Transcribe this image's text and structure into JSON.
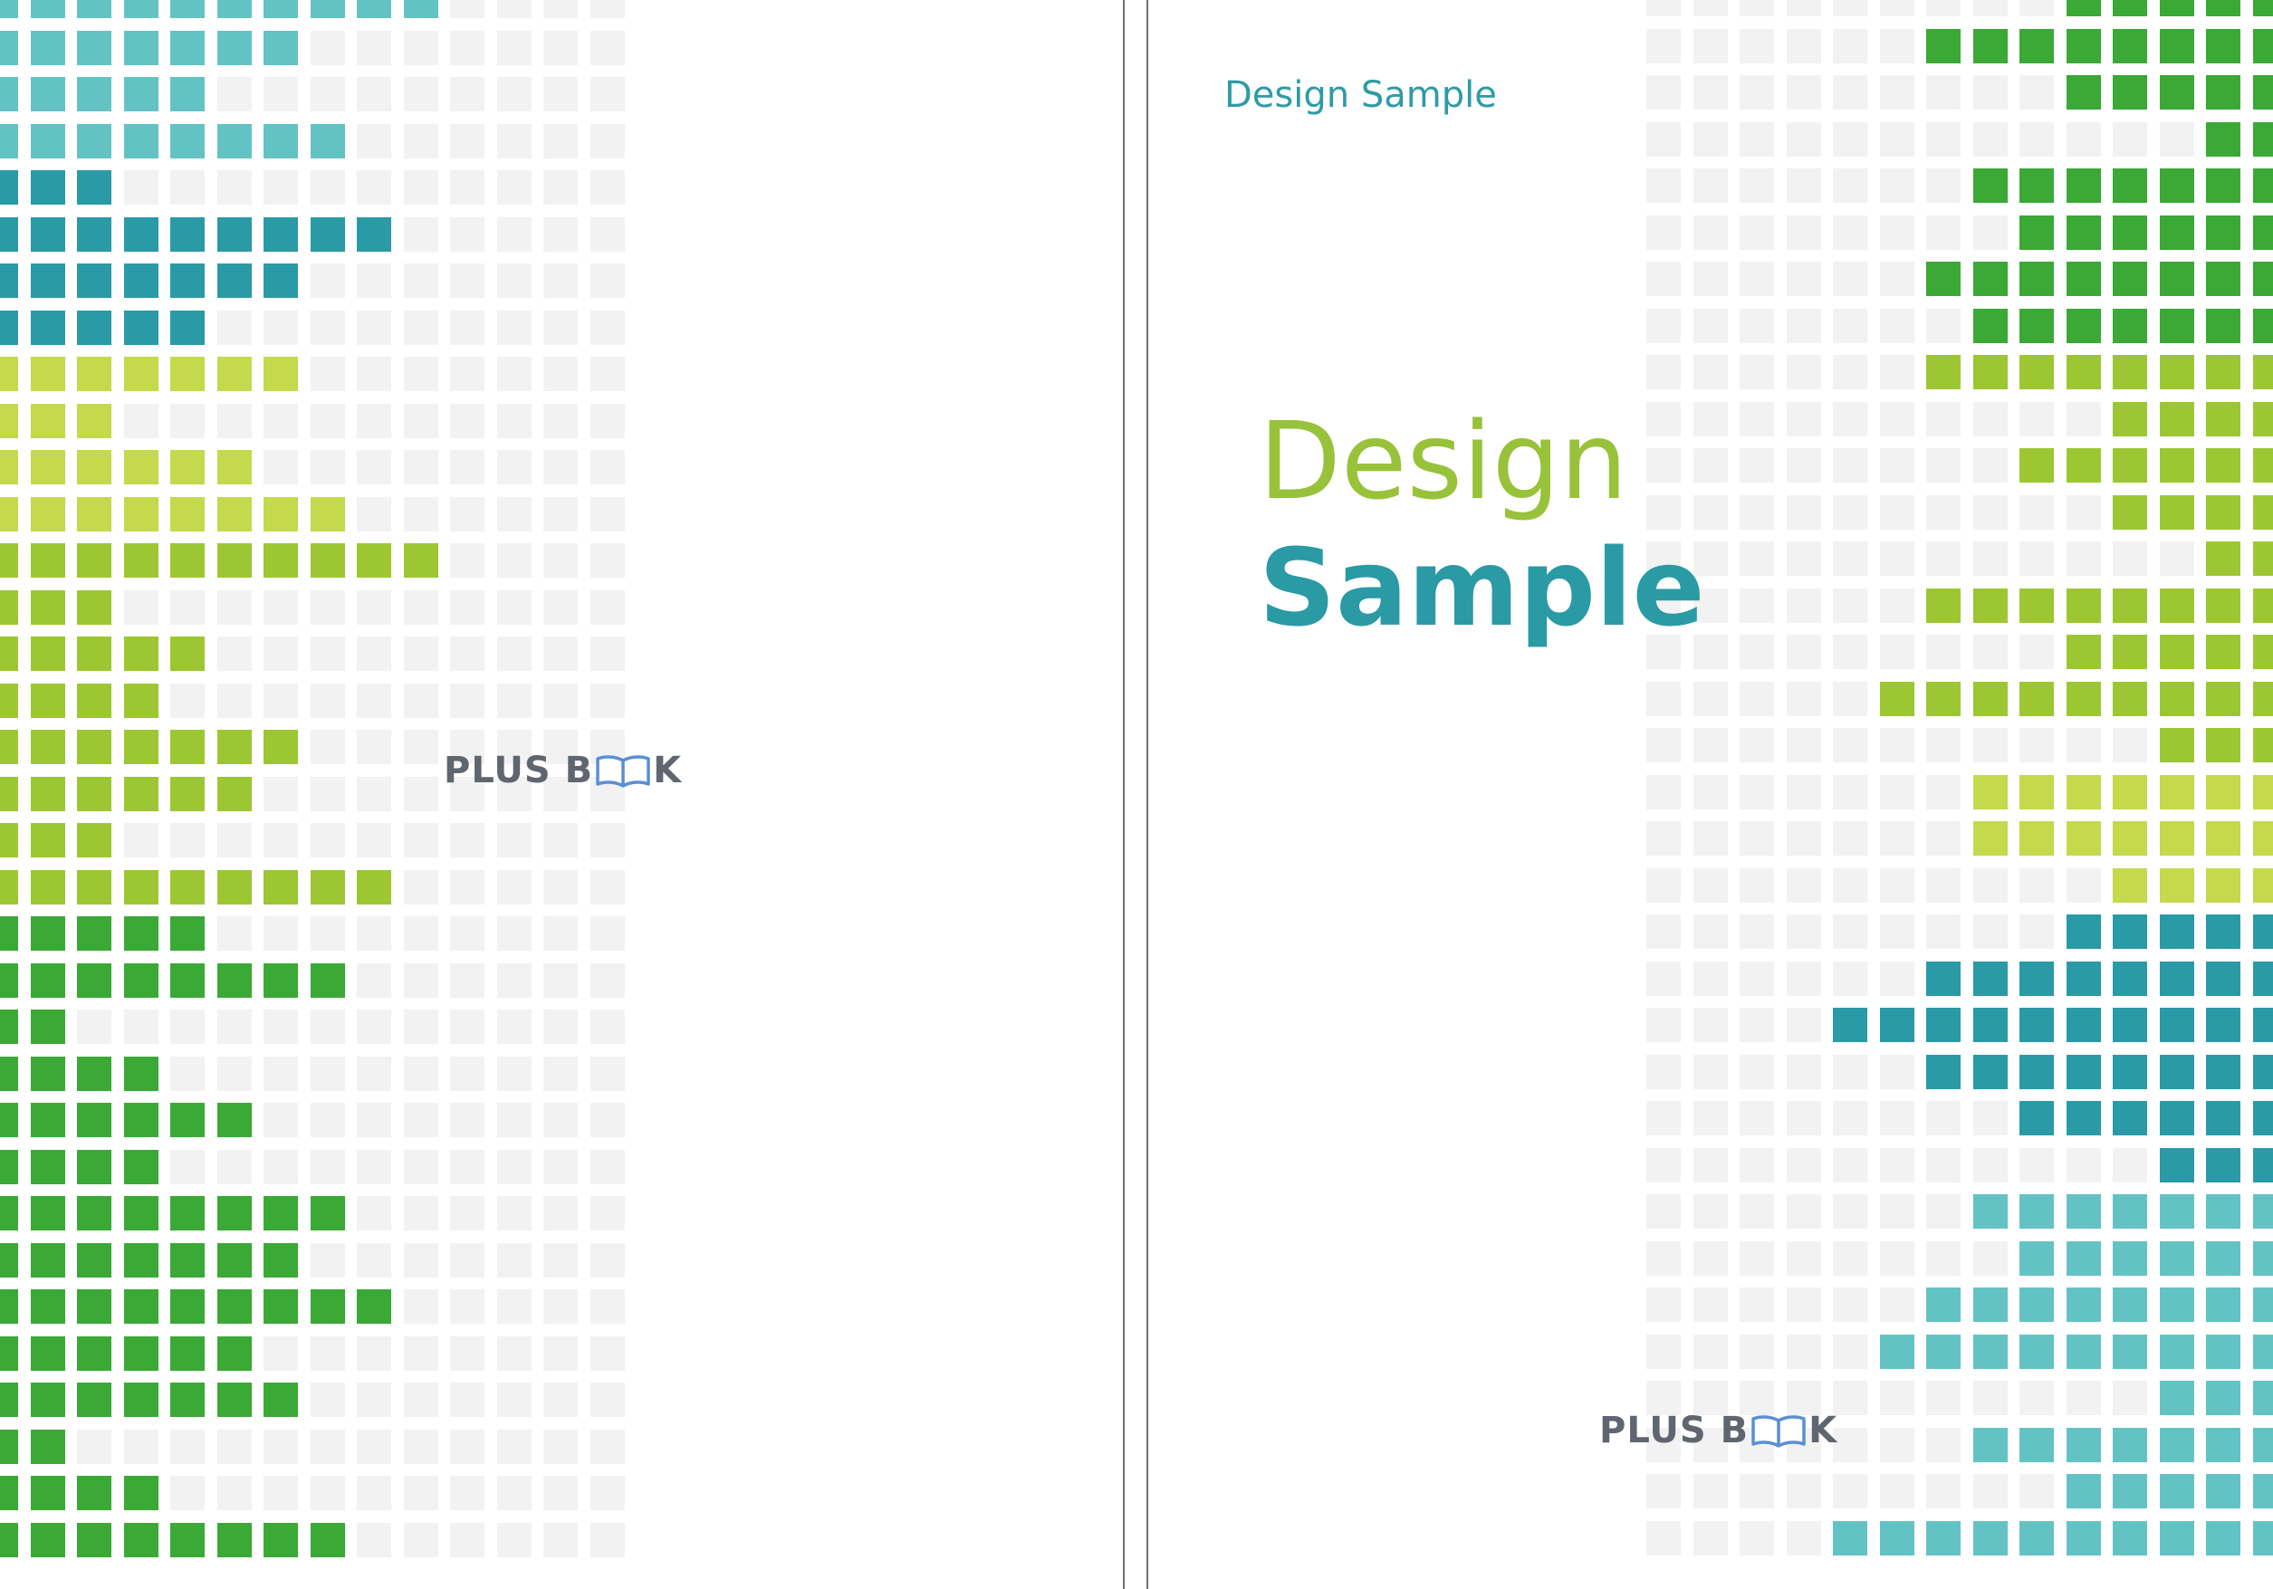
{
  "colors": {
    "empty": "#f2f2f2",
    "light_teal": "#63c3c4",
    "dark_teal": "#2a9aa6",
    "light_lime": "#c4d94b",
    "lime": "#9cc732",
    "green": "#3aa935",
    "brand_text": "#5f6670",
    "book_icon": "#5b8fd4"
  },
  "back_cover": {
    "brand": {
      "prefix": "PLUS B",
      "suffix": "K",
      "icon": "open-book-icon"
    }
  },
  "front_cover": {
    "header": "Design Sample",
    "title_line_1": "Design",
    "title_line_2": "Sample",
    "brand": {
      "prefix": "PLUS B",
      "suffix": "K",
      "icon": "open-book-icon"
    }
  }
}
